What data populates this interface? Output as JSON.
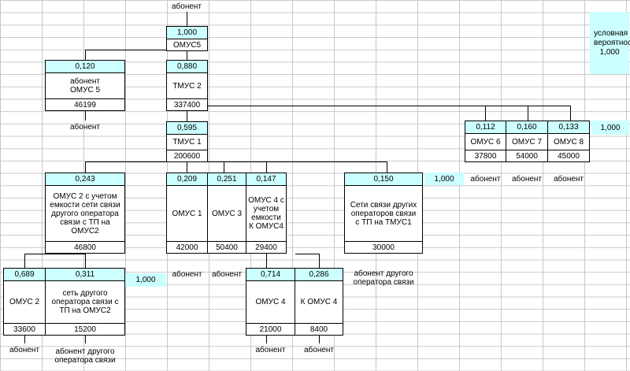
{
  "legend": {
    "label": "условная вероятность",
    "value": "1,000"
  },
  "nodes": {
    "omus5": {
      "prob": "1,000",
      "label": "ОМУС5"
    },
    "abonent_omus5": {
      "prob": "0,120",
      "label": "абонент ОМУС 5",
      "num": "46199"
    },
    "tmus2": {
      "prob": "0,880",
      "label": "ТМУС 2",
      "num": "337400"
    },
    "tmus1": {
      "prob": "0,595",
      "label": "ТМУС 1",
      "num": "200600"
    },
    "omus2_cap": {
      "prob": "0,243",
      "label": "ОМУС 2 с учетом емкости сети связи другого оператора связи с ТП на ОМУС2",
      "num": "46800"
    },
    "omus1": {
      "prob": "0,209",
      "label": "ОМУС 1",
      "num": "42000"
    },
    "omus3": {
      "prob": "0,251",
      "label": "ОМУС 3",
      "num": "50400"
    },
    "omus4_cap": {
      "prob": "0,147",
      "label": "ОМУС 4 с учетом емкости К ОМУС4",
      "num": "29400"
    },
    "other_nets": {
      "prob": "0,150",
      "label": "Сети связи других операторов связи с ТП на ТМУС1",
      "num": "30000"
    },
    "omus6": {
      "prob": "0,112",
      "label": "ОМУС 6",
      "num": "37800"
    },
    "omus7": {
      "prob": "0,160",
      "label": "ОМУС 7",
      "num": "54000"
    },
    "omus8": {
      "prob": "0,133",
      "label": "ОМУС 8",
      "num": "45000"
    },
    "omus2": {
      "prob": "0,689",
      "label": "ОМУС 2",
      "num": "33600"
    },
    "net_other_op": {
      "prob": "0,311",
      "label": "сеть другого оператора связи с ТП на ОМУС2",
      "num": "15200"
    },
    "omus4": {
      "prob": "0,714",
      "label": "ОМУС 4",
      "num": "21000"
    },
    "k_omus4": {
      "prob": "0,286",
      "label": "К ОМУС 4",
      "num": "8400"
    }
  },
  "sums": {
    "s_right_top": "1,000",
    "s_mid": "1,000",
    "s_bottom": "1,000"
  },
  "labels": {
    "abonent_top": "абонент",
    "abonent_under_omus5": "абонент",
    "abonent_omus6": "абонент",
    "abonent_omus7": "абонент",
    "abonent_omus8": "абонент",
    "abonent_omus1": "абонент",
    "abonent_omus3": "абонент",
    "abonent_other_op_mid": "абонент другого оператора связи",
    "abonent_omus2": "абонент",
    "abonent_other_op_bottom": "абонент другого оператора связи",
    "abonent_omus4": "абонент",
    "abonent_k_omus4": "абонент"
  }
}
